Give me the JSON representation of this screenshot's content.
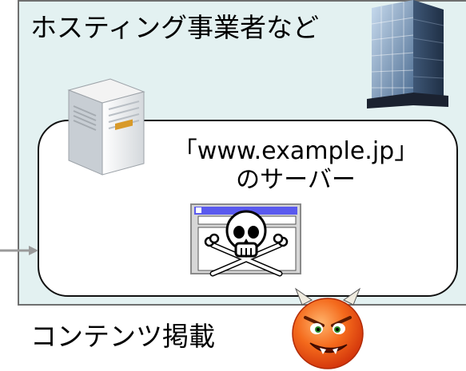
{
  "hosting": {
    "title": "ホスティング事業者など",
    "icon": "office-building-icon"
  },
  "server": {
    "name_line1": "「www.example.jp」",
    "name_line2": "のサーバー",
    "icon": "server-tower-icon"
  },
  "malicious_content": {
    "icon": "skull-crossbones-window-icon"
  },
  "attacker": {
    "icon": "devil-face-icon"
  },
  "caption": "コンテンツ掲載",
  "colors": {
    "hosting_bg": "#e3f1f1",
    "window_titlebar": "#5a5aee",
    "devil": "#f04a10",
    "arrow": "#9a9a9a"
  }
}
